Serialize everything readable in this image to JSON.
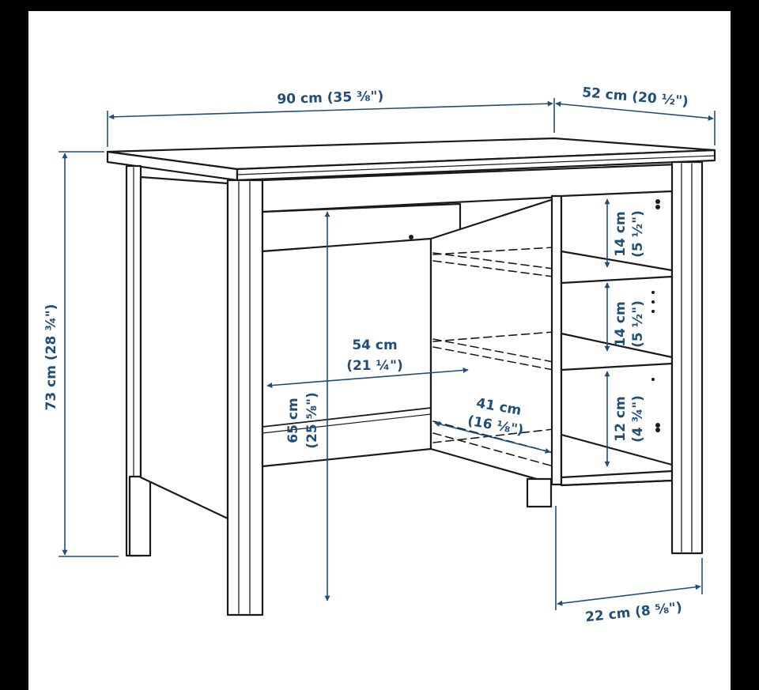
{
  "colors": {
    "frame": "#000000",
    "paper": "#ffffff",
    "line": "#1a1a1a",
    "dimension": "#1f4e79"
  },
  "dimensions": {
    "width": "90 cm (35 ⅜\")",
    "depth": "52 cm (20 ½\")",
    "height": "73 cm (28 ¾\")",
    "legroom_width_cm": "54 cm",
    "legroom_width_in": "(21 ¼\")",
    "legroom_height_cm": "65 cm",
    "legroom_height_in": "(25 ⅝\")",
    "shelf_depth_cm": "41 cm",
    "shelf_depth_in": "(16 ⅛\")",
    "shelf_top_cm": "14 cm",
    "shelf_top_in": "(5 ½\")",
    "shelf_middle_cm": "14 cm",
    "shelf_middle_in": "(5 ½\")",
    "shelf_bottom_cm": "12 cm",
    "shelf_bottom_in": "(4 ¾\")",
    "shelf_unit_width": "22 cm (8 ⅝\")"
  }
}
